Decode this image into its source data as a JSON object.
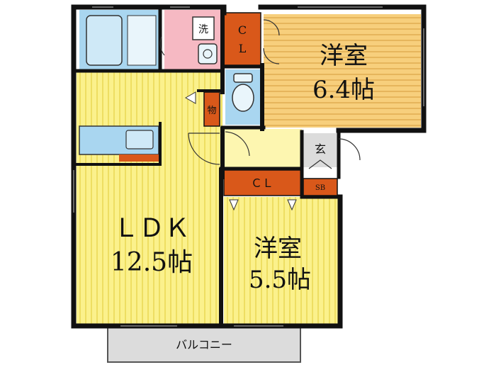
{
  "rooms": {
    "bedroom_a": {
      "name": "洋室",
      "size": "6.4帖"
    },
    "ldk": {
      "name": "ＬＤＫ",
      "size": "12.5帖"
    },
    "bedroom_b": {
      "name": "洋室",
      "size": "5.5帖"
    }
  },
  "labels": {
    "closet_a": "C\nL",
    "closet_b": "ＣＬ",
    "storage": "物",
    "laundry": "洗",
    "entrance": "玄",
    "shoe_box": "SB",
    "balcony": "バルコニー"
  },
  "colors": {
    "wall": "#111111",
    "bedroom_a": "#f7cf7c",
    "bedroom_a_stripe": "#e6b55c",
    "ldk": "#fbf18c",
    "ldk_stripe": "#eede62",
    "bedroom_b": "#fbf18c",
    "closet": "#d9581a",
    "bath": "#a9d6f0",
    "washroom": "#f6b9c3",
    "entrance": "#dcdcdc",
    "hall": "#fdf6b0",
    "balcony": "#dcdcdc",
    "kitchen": "#a9d6f0",
    "kitchen_counter": "#d9581a"
  }
}
